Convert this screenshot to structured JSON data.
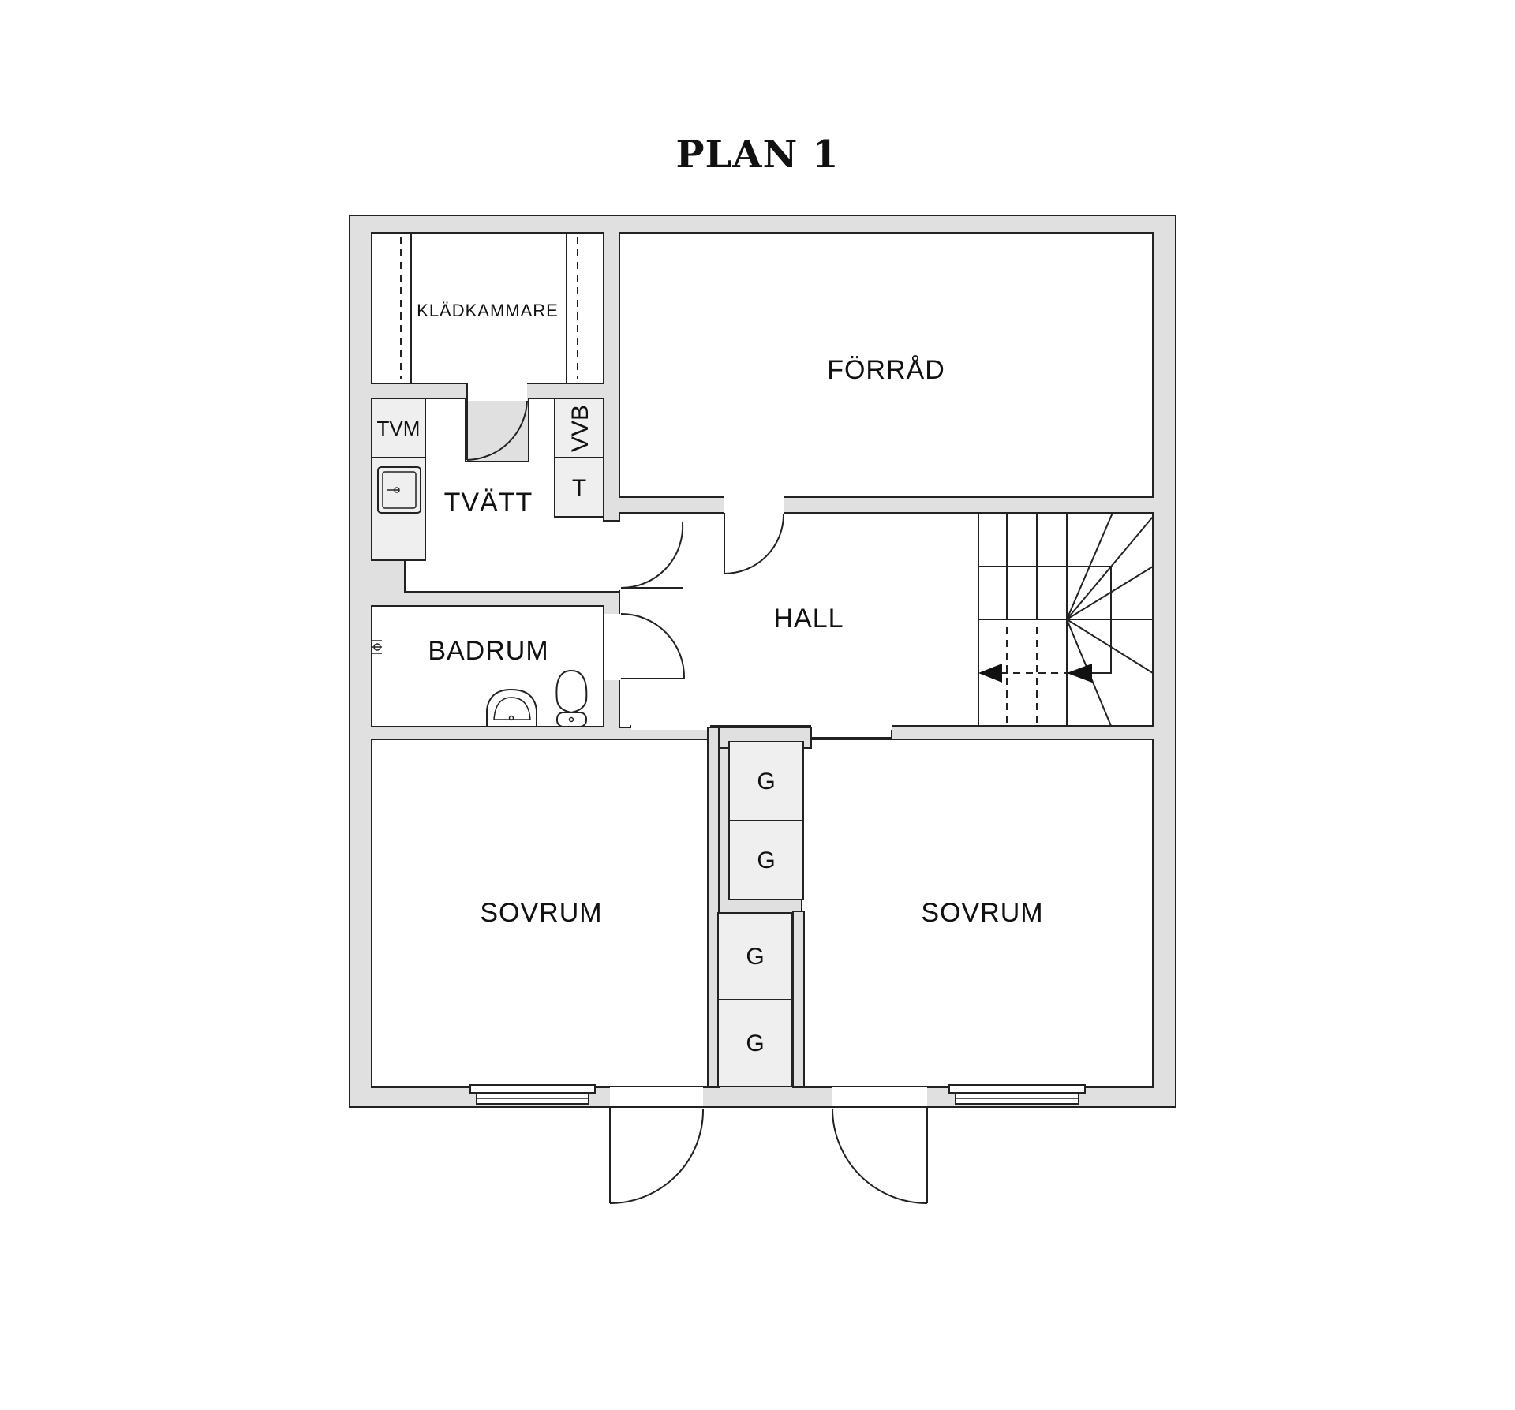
{
  "title": "PLAN 1",
  "rooms": {
    "kladkammare": "KLÄDKAMMARE",
    "forrad": "FÖRRÅD",
    "tvatt": "TVÄTT",
    "hall": "HALL",
    "badrum": "BADRUM",
    "sovrum_left": "SOVRUM",
    "sovrum_right": "SOVRUM"
  },
  "fixtures": {
    "tvm": "TVM",
    "vvb": "VVB",
    "t": "T",
    "g": "G"
  },
  "colors": {
    "wall": "#e0e0e0",
    "line": "#222222",
    "cabinet": "#efefef"
  }
}
